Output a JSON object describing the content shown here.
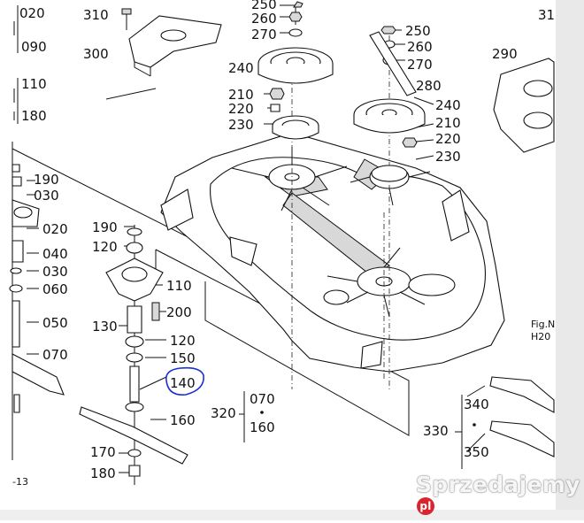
{
  "colors": {
    "ink": "#111111",
    "highlight": "#1a2fd6",
    "badge": "#d8262f"
  },
  "labels": {
    "l020a": "020",
    "l090": "090",
    "l110a": "110",
    "l180a": "180",
    "l190a": "190",
    "l030a": "030",
    "l020b": "020",
    "l040": "040",
    "l030b": "030",
    "l060": "060",
    "l050": "050",
    "l070a": "070",
    "l310": "310",
    "l300": "300",
    "l250a": "250",
    "l260a": "260",
    "l270a": "270",
    "l240a": "240",
    "l210a": "210",
    "l220a": "220",
    "l230a": "230",
    "l250b": "250",
    "l260b": "260",
    "l270b": "270",
    "l280": "280",
    "l240b": "240",
    "l210b": "210",
    "l220b": "220",
    "l230b": "230",
    "l290": "290",
    "l31": "31",
    "l190b": "190",
    "l120a": "120",
    "l110b": "110",
    "l200": "200",
    "l130": "130",
    "l120b": "120",
    "l150": "150",
    "l140": "140",
    "l160": "160",
    "l170": "170",
    "l180b": "180",
    "l070b": "070",
    "l160b": "160",
    "l320": "320",
    "l340": "340",
    "l330": "330",
    "l350": "350",
    "lfig": "Fig.N",
    "lh20": "H20",
    "lpage": "-13"
  },
  "watermark": {
    "text": "Sprzedajemy",
    "badge": "pl"
  }
}
